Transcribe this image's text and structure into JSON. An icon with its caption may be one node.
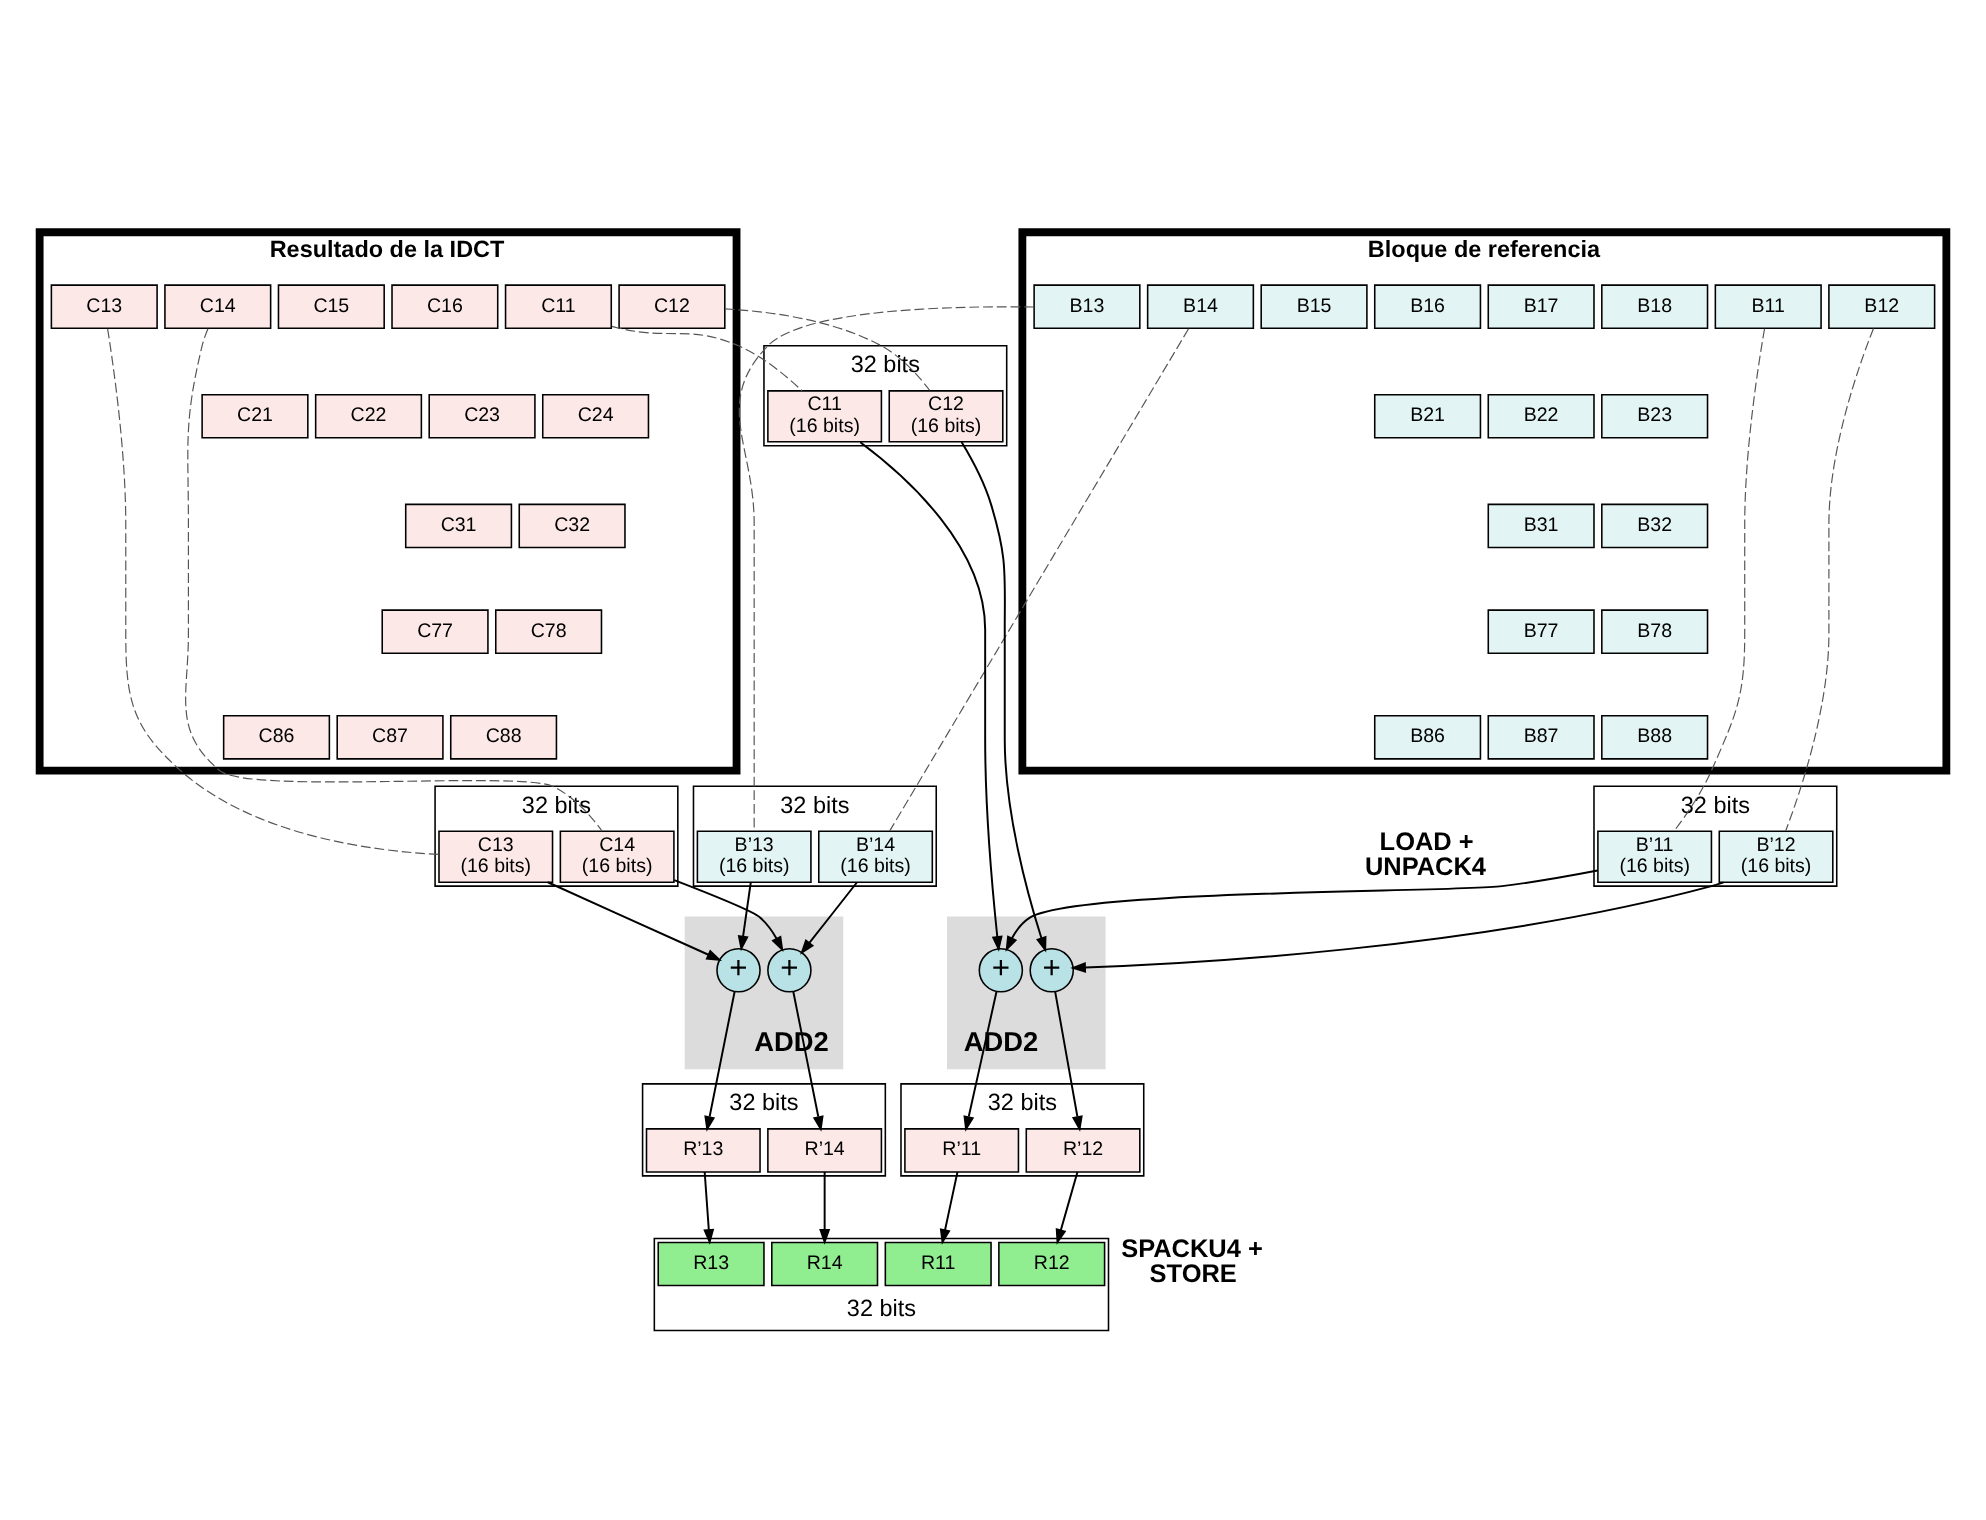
{
  "diagram": {
    "nodes": [
      {
        "text": [
          "Bloque de referencia"
        ]
      },
      {
        "text": [
          "B11"
        ],
        "in": 0
      },
      {
        "text": [
          "B12"
        ],
        "in": 0
      },
      {
        "text": [
          "B13"
        ],
        "in": 0
      },
      {
        "text": [
          "B14"
        ],
        "in": 0
      },
      {
        "text": [
          "B15"
        ],
        "in": 0
      },
      {
        "text": [
          "B16"
        ],
        "in": 0
      },
      {
        "text": [
          "B17"
        ],
        "in": 0
      },
      {
        "text": [
          "B18"
        ],
        "in": 0
      },
      {
        "text": [
          "B21"
        ],
        "in": 0
      },
      {
        "text": [
          "B22"
        ],
        "in": 0
      },
      {
        "text": [
          "B23"
        ],
        "in": 0
      },
      {
        "text": [
          "B31"
        ],
        "in": 0
      },
      {
        "text": [
          "B32"
        ],
        "in": 0
      },
      {
        "text": [
          "B77"
        ],
        "in": 0
      },
      {
        "text": [
          "B78"
        ],
        "in": 0
      },
      {
        "text": [
          "B86"
        ],
        "in": 0
      },
      {
        "text": [
          "B87"
        ],
        "in": 0
      },
      {
        "text": [
          "B88"
        ],
        "in": 0
      },
      {
        "text": [
          "Resultado de la IDCT"
        ]
      },
      {
        "text": [
          "C11"
        ],
        "in": 19
      },
      {
        "text": [
          "C12"
        ],
        "in": 19
      },
      {
        "text": [
          "C13"
        ],
        "in": 19
      },
      {
        "text": [
          "C14"
        ],
        "in": 19
      },
      {
        "text": [
          "C15"
        ],
        "in": 19
      },
      {
        "text": [
          "C16"
        ],
        "in": 19
      },
      {
        "text": [
          "C21"
        ],
        "in": 19
      },
      {
        "text": [
          "C22"
        ],
        "in": 19
      },
      {
        "text": [
          "C23"
        ],
        "in": 19
      },
      {
        "text": [
          "C24"
        ],
        "in": 19
      },
      {
        "text": [
          "C31"
        ],
        "in": 19
      },
      {
        "text": [
          "C32"
        ],
        "in": 19
      },
      {
        "text": [
          "C77"
        ],
        "in": 19
      },
      {
        "text": [
          "C78"
        ],
        "in": 19
      },
      {
        "text": [
          "C86"
        ],
        "in": 19
      },
      {
        "text": [
          "C87"
        ],
        "in": 19
      },
      {
        "text": [
          "C88"
        ],
        "in": 19
      },
      {
        "text": [
          "32 bits"
        ]
      },
      {
        "text": [
          "B’11",
          "(16 bits)"
        ],
        "in": 37
      },
      {
        "text": [
          "B’12",
          "(16 bits)"
        ],
        "in": 37
      },
      {
        "text": [
          "32 bits"
        ]
      },
      {
        "text": [
          "B’13",
          "(16 bits)"
        ],
        "in": 40
      },
      {
        "text": [
          "B’14",
          "(16 bits)"
        ],
        "in": 40
      },
      {
        "text": [
          "32 bits"
        ]
      },
      {
        "text": [
          "C11",
          "(16 bits)"
        ],
        "in": 43
      },
      {
        "text": [
          "C12",
          "(16 bits)"
        ],
        "in": 43
      },
      {
        "text": [
          "32 bits"
        ]
      },
      {
        "text": [
          "C13",
          "(16 bits)"
        ],
        "in": 46
      },
      {
        "text": [
          "C14",
          "(16 bits)"
        ],
        "in": 46
      },
      {
        "text": [
          "ADD2"
        ]
      },
      {
        "text": [
          "+"
        ],
        "in": 49
      },
      {
        "text": [
          "+"
        ],
        "in": 49
      },
      {
        "text": [
          "ADD2"
        ]
      },
      {
        "text": [
          "+"
        ],
        "in": 52
      },
      {
        "text": [
          "+"
        ],
        "in": 52
      },
      {
        "text": [
          "32 bits"
        ]
      },
      {
        "text": [
          "R’11"
        ],
        "in": 55
      },
      {
        "text": [
          "R’12"
        ],
        "in": 55
      },
      {
        "text": [
          "32 bits"
        ]
      },
      {
        "text": [
          "R’13"
        ],
        "in": 58
      },
      {
        "text": [
          "R’14"
        ],
        "in": 58
      },
      {
        "text": [
          "32 bits"
        ]
      },
      {
        "text": [
          "R11"
        ],
        "in": 61
      },
      {
        "text": [
          "R12"
        ],
        "in": 61
      },
      {
        "text": [
          "R13"
        ],
        "in": 61
      },
      {
        "text": [
          "R14"
        ],
        "in": 61
      }
    ],
    "edges": [
      {
        "from": 1,
        "to": 38,
        "arrow": "none",
        "style": "dashed"
      },
      {
        "from": 2,
        "to": 39,
        "arrow": "none",
        "style": "dashed"
      },
      {
        "from": 3,
        "to": 41,
        "arrow": "none",
        "style": "dashed"
      },
      {
        "from": 4,
        "to": 42,
        "arrow": "none",
        "style": "dashed"
      },
      {
        "from": 20,
        "to": 44,
        "arrow": "none",
        "style": "dashed"
      },
      {
        "from": 21,
        "to": 45,
        "arrow": "none",
        "style": "dashed"
      },
      {
        "from": 22,
        "to": 47,
        "arrow": "none",
        "style": "dashed"
      },
      {
        "from": 23,
        "to": 48,
        "arrow": "none",
        "style": "dashed"
      },
      {
        "from": 38,
        "to": 54,
        "arrow": "to"
      },
      {
        "from": 44,
        "to": 54,
        "arrow": "to"
      },
      {
        "from": 39,
        "to": 53,
        "arrow": "to"
      },
      {
        "from": 45,
        "to": 53,
        "arrow": "to"
      },
      {
        "from": 41,
        "to": 51,
        "arrow": "to"
      },
      {
        "from": 47,
        "to": 51,
        "arrow": "to"
      },
      {
        "from": 42,
        "to": 50,
        "arrow": "to"
      },
      {
        "from": 48,
        "to": 50,
        "arrow": "to"
      },
      {
        "from": 54,
        "to": 56,
        "arrow": "to"
      },
      {
        "from": 53,
        "to": 57,
        "arrow": "to"
      },
      {
        "from": 51,
        "to": 59,
        "arrow": "to"
      },
      {
        "from": 50,
        "to": 60,
        "arrow": "to"
      },
      {
        "from": 56,
        "to": 62,
        "arrow": "to"
      },
      {
        "from": 57,
        "to": 63,
        "arrow": "to"
      },
      {
        "from": 59,
        "to": 64,
        "arrow": "to"
      },
      {
        "from": 60,
        "to": 65,
        "arrow": "to"
      }
    ],
    "labels": [
      "LOAD + UNPACK4",
      "SPACKU4 + STORE"
    ]
  }
}
